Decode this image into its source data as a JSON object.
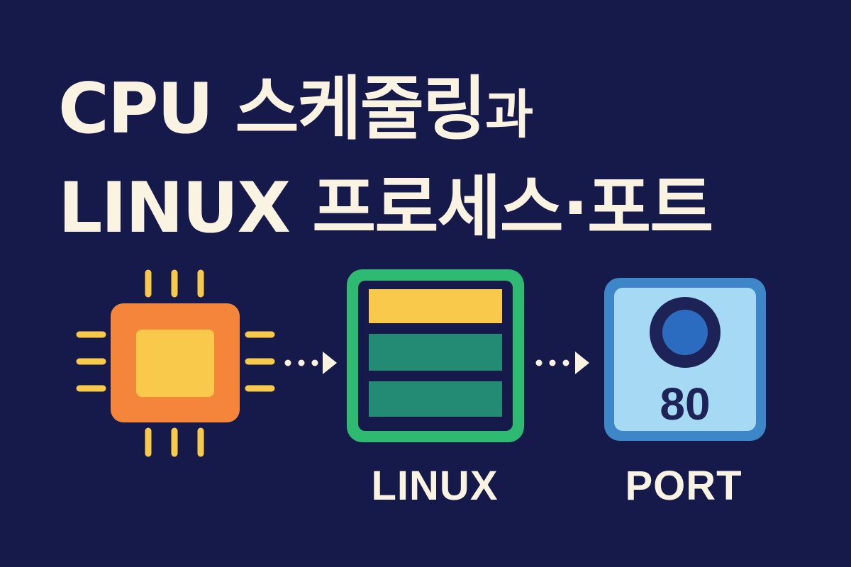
{
  "title": {
    "line1_main": "CPU 스케줄링",
    "line1_suffix": "과",
    "line2": "LINUX 프로세스·포트"
  },
  "nodes": [
    {
      "id": "cpu",
      "icon": "cpu-chip-icon",
      "label": ""
    },
    {
      "id": "linux",
      "icon": "process-stack-icon",
      "label": "LINUX"
    },
    {
      "id": "port",
      "icon": "port-icon",
      "label": "PORT",
      "port_number": "80"
    }
  ],
  "colors": {
    "background": "#161a4a",
    "text": "#fbf3e2",
    "cpu_orange": "#f5853a",
    "cpu_yellow": "#f8c94a",
    "linux_green": "#2fba72",
    "linux_teal": "#238a74",
    "port_blue": "#3d86c8",
    "port_light": "#a6daf4",
    "port_dark": "#1d2356"
  }
}
